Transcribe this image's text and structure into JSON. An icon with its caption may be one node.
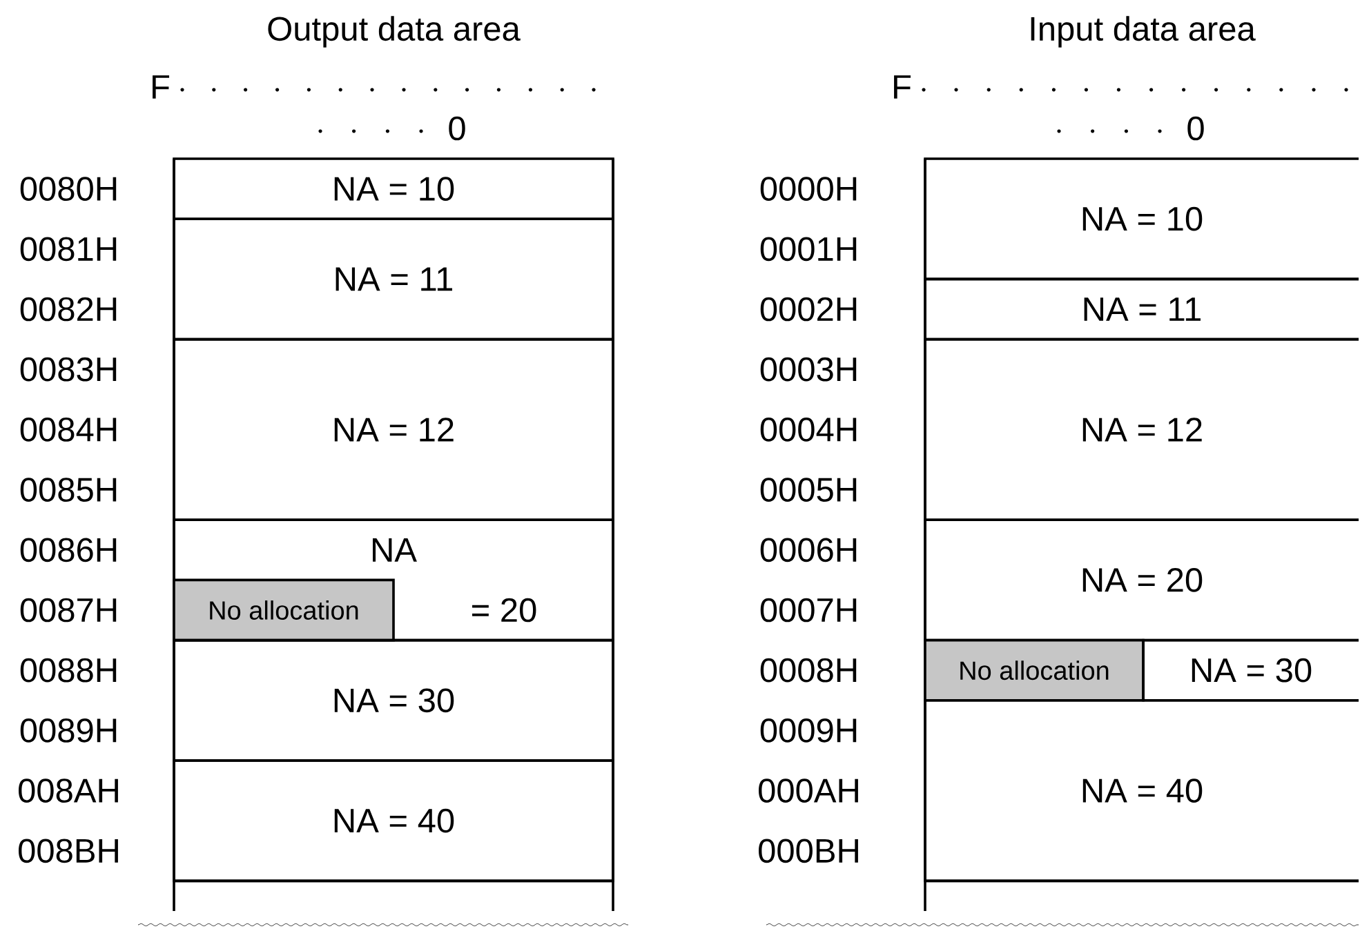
{
  "diagram": {
    "nodes": [
      {
        "text": [
          "NA = 10"
        ]
      },
      {
        "text": [
          "NA = 11"
        ]
      },
      {
        "text": [
          "NA = 12"
        ]
      },
      {
        "text": [
          "NA",
          "= 20"
        ]
      },
      {
        "text": [
          "No allocation"
        ],
        "in": 3
      },
      {
        "text": [
          "NA = 30"
        ]
      },
      {
        "text": [
          "NA = 40"
        ]
      },
      {
        "text": [
          "NA = 10"
        ]
      },
      {
        "text": [
          "NA = 11"
        ]
      },
      {
        "text": [
          "NA = 12"
        ]
      },
      {
        "text": [
          "NA = 20"
        ]
      },
      {
        "text": [
          "No allocation"
        ]
      },
      {
        "text": [
          "NA = 30"
        ]
      },
      {
        "text": [
          "NA = 40"
        ]
      }
    ],
    "labels": [
      "Output data area",
      "Input data area",
      "F",
      "F",
      "0",
      "0",
      "0080H",
      "0000H",
      "0081H",
      "0001H",
      "0082H",
      "0002H",
      "0083H",
      "0003H",
      "0084H",
      "0004H",
      "0085H",
      "0005H",
      "0086H",
      "0006H",
      "0087H",
      "0007H",
      "0088H",
      "0008H",
      "0089H",
      "0009H",
      "008AH",
      "000AH",
      "008BH",
      "000BH"
    ]
  }
}
